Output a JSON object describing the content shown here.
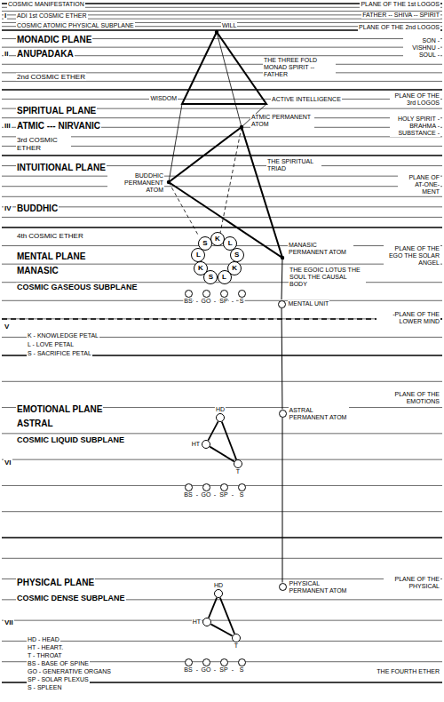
{
  "diagram": {
    "nodes": [
      {
        "text": [
          "K"
        ]
      },
      {
        "text": [
          "L"
        ]
      },
      {
        "text": [
          "S"
        ]
      },
      {
        "text": [
          "K"
        ]
      },
      {
        "text": [
          "L"
        ]
      },
      {
        "text": [
          "S"
        ]
      },
      {
        "text": [
          "K"
        ]
      },
      {
        "text": [
          "L"
        ]
      },
      {
        "text": [
          "S"
        ]
      },
      {
        "text": [
          "BS"
        ]
      },
      {
        "text": [
          "GO"
        ]
      },
      {
        "text": [
          "SP"
        ]
      },
      {
        "text": [
          "S"
        ]
      },
      {
        "text": [
          "MENTAL UNIT"
        ]
      },
      {
        "text": [
          "ASTRAL PERMANENT ATOM"
        ]
      },
      {
        "text": [
          "HD"
        ]
      },
      {
        "text": [
          "HT"
        ]
      },
      {
        "text": [
          "T"
        ]
      },
      {
        "text": [
          "BS"
        ]
      },
      {
        "text": [
          "GO"
        ]
      },
      {
        "text": [
          "SP"
        ]
      },
      {
        "text": [
          "S"
        ]
      },
      {
        "text": [
          "PHYSICAL PERMANENT ATOM"
        ]
      },
      {
        "text": [
          "HD"
        ]
      },
      {
        "text": [
          "HT"
        ]
      },
      {
        "text": [
          "T"
        ]
      },
      {
        "text": [
          "BS"
        ]
      },
      {
        "text": [
          "GO"
        ]
      },
      {
        "text": [
          "SP"
        ]
      },
      {
        "text": [
          "S"
        ]
      }
    ],
    "edges": [
      {
        "from": 13,
        "to": 14,
        "arrow": "none"
      },
      {
        "from": 14,
        "to": 22,
        "arrow": "none"
      },
      {
        "from": 15,
        "to": 16,
        "arrow": "none"
      },
      {
        "from": 16,
        "to": 17,
        "arrow": "none"
      },
      {
        "from": 17,
        "to": 15,
        "arrow": "none"
      },
      {
        "from": 23,
        "to": 24,
        "arrow": "none"
      },
      {
        "from": 24,
        "to": 25,
        "arrow": "none"
      },
      {
        "from": 25,
        "to": 23,
        "arrow": "none"
      }
    ],
    "labels": [
      "COSMIC MANIFESTATION",
      "PLANE OF THE 1st LOGOS",
      "I",
      "ADI 1st COSMIC ETHER",
      "FATHER -- SHIVA -- SPIRIT",
      "COSMIC ATOMIC PHYSICAL SUBPLANE",
      "PLANE OF THE 2nd LOGOS",
      "WILL",
      "MONADIC PLANE",
      "II",
      "ANUPADAKA",
      "SON - VISHNU - SOUL -",
      "THE THREE FOLD MONAD SPIRIT -- FATHER",
      "2nd COSMIC ETHER",
      "WISDOM",
      "ACTIVE INTELLIGENCE",
      "PLANE OF THE 3rd LOGOS",
      "ATMIC PERMANENT ATOM",
      "SPIRITUAL PLANE",
      "III",
      "ATMIC --- NIRVANIC",
      "HOLY SPIRIT - BRAHMA - SUBSTANCE -",
      "3rd COSMIC ETHER",
      "THE SPIRITUAL TRIAD",
      "BUDDHIC PERMANENT ATOM",
      "INTUITIONAL PLANE",
      "PLANE OF AT-ONE-MENT",
      "IV",
      "BUDDHIC",
      "4th COSMIC ETHER",
      "MENTAL PLANE",
      "MANASIC PERMANENT ATOM",
      "PLANE OF THE EGO THE SOLAR ANGEL",
      "MANASIC",
      "THE EGOIC LOTUS THE SOUL THE CAUSAL BODY",
      "COSMIC GASEOUS SUBPLANE",
      "-PLANE OF THE LOWER MIND",
      "V",
      "K - KNOWLEDGE PETAL",
      "L - LOVE PETAL",
      "S - SACRIFICE PETAL",
      "-",
      "-",
      "-",
      "EMOTIONAL PLANE",
      "PLANE OF THE EMOTIONS",
      "ASTRAL",
      "COSMIC LIQUID SUBPLANE",
      "VI",
      "-",
      "-",
      "-",
      "PHYSICAL PLANE",
      "PLANE OF THE PHYSICAL",
      "COSMIC DENSE SUBPLANE",
      "VII",
      "-",
      "-",
      "-",
      "THE FOURTH ETHER",
      "HD - HEAD",
      "HT - HEART.",
      "T - THROAT",
      "BS - BASE OF SPINE",
      "GO - GENERATIVE ORGANS",
      "SP - SOLAR PLEXUS",
      "S - SPLEEN"
    ]
  }
}
